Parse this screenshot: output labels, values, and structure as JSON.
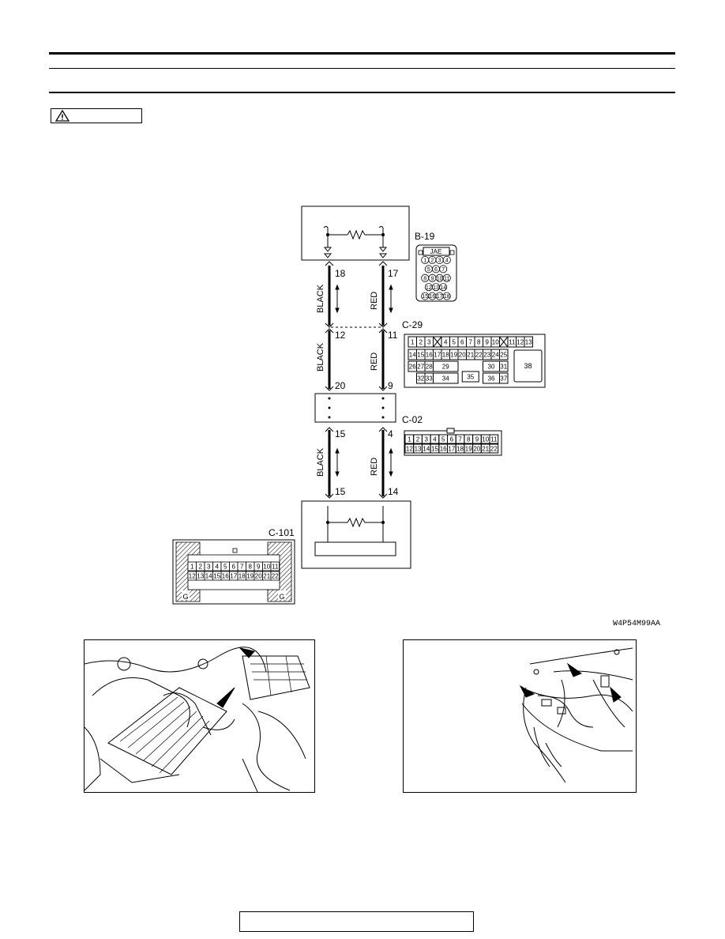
{
  "figure_code": "W4P54M99AA",
  "connectors": {
    "b19": {
      "label": "B-19",
      "maker": "JAE",
      "pins": [
        "1",
        "2",
        "3",
        "4",
        "5",
        "6",
        "7",
        "8",
        "9",
        "10",
        "11",
        "12",
        "13",
        "14",
        "15",
        "16",
        "17",
        "18"
      ]
    },
    "c29": {
      "label": "C-29"
    },
    "c02": {
      "label": "C-02"
    },
    "c101": {
      "label": "C-101",
      "guide_mark": "G"
    }
  },
  "wires": {
    "left_color": "BLACK",
    "right_color": "RED",
    "color_hex": "#000000"
  },
  "terminals": {
    "seg1_left": "18",
    "seg1_right": "17",
    "seg2_left": "12",
    "seg2_right": "11",
    "seg2_bottom_left": "20",
    "seg2_bottom_right": "9",
    "seg3_left": "15",
    "seg3_right": "4",
    "seg3_bottom_left": "15",
    "seg3_bottom_right": "14"
  }
}
